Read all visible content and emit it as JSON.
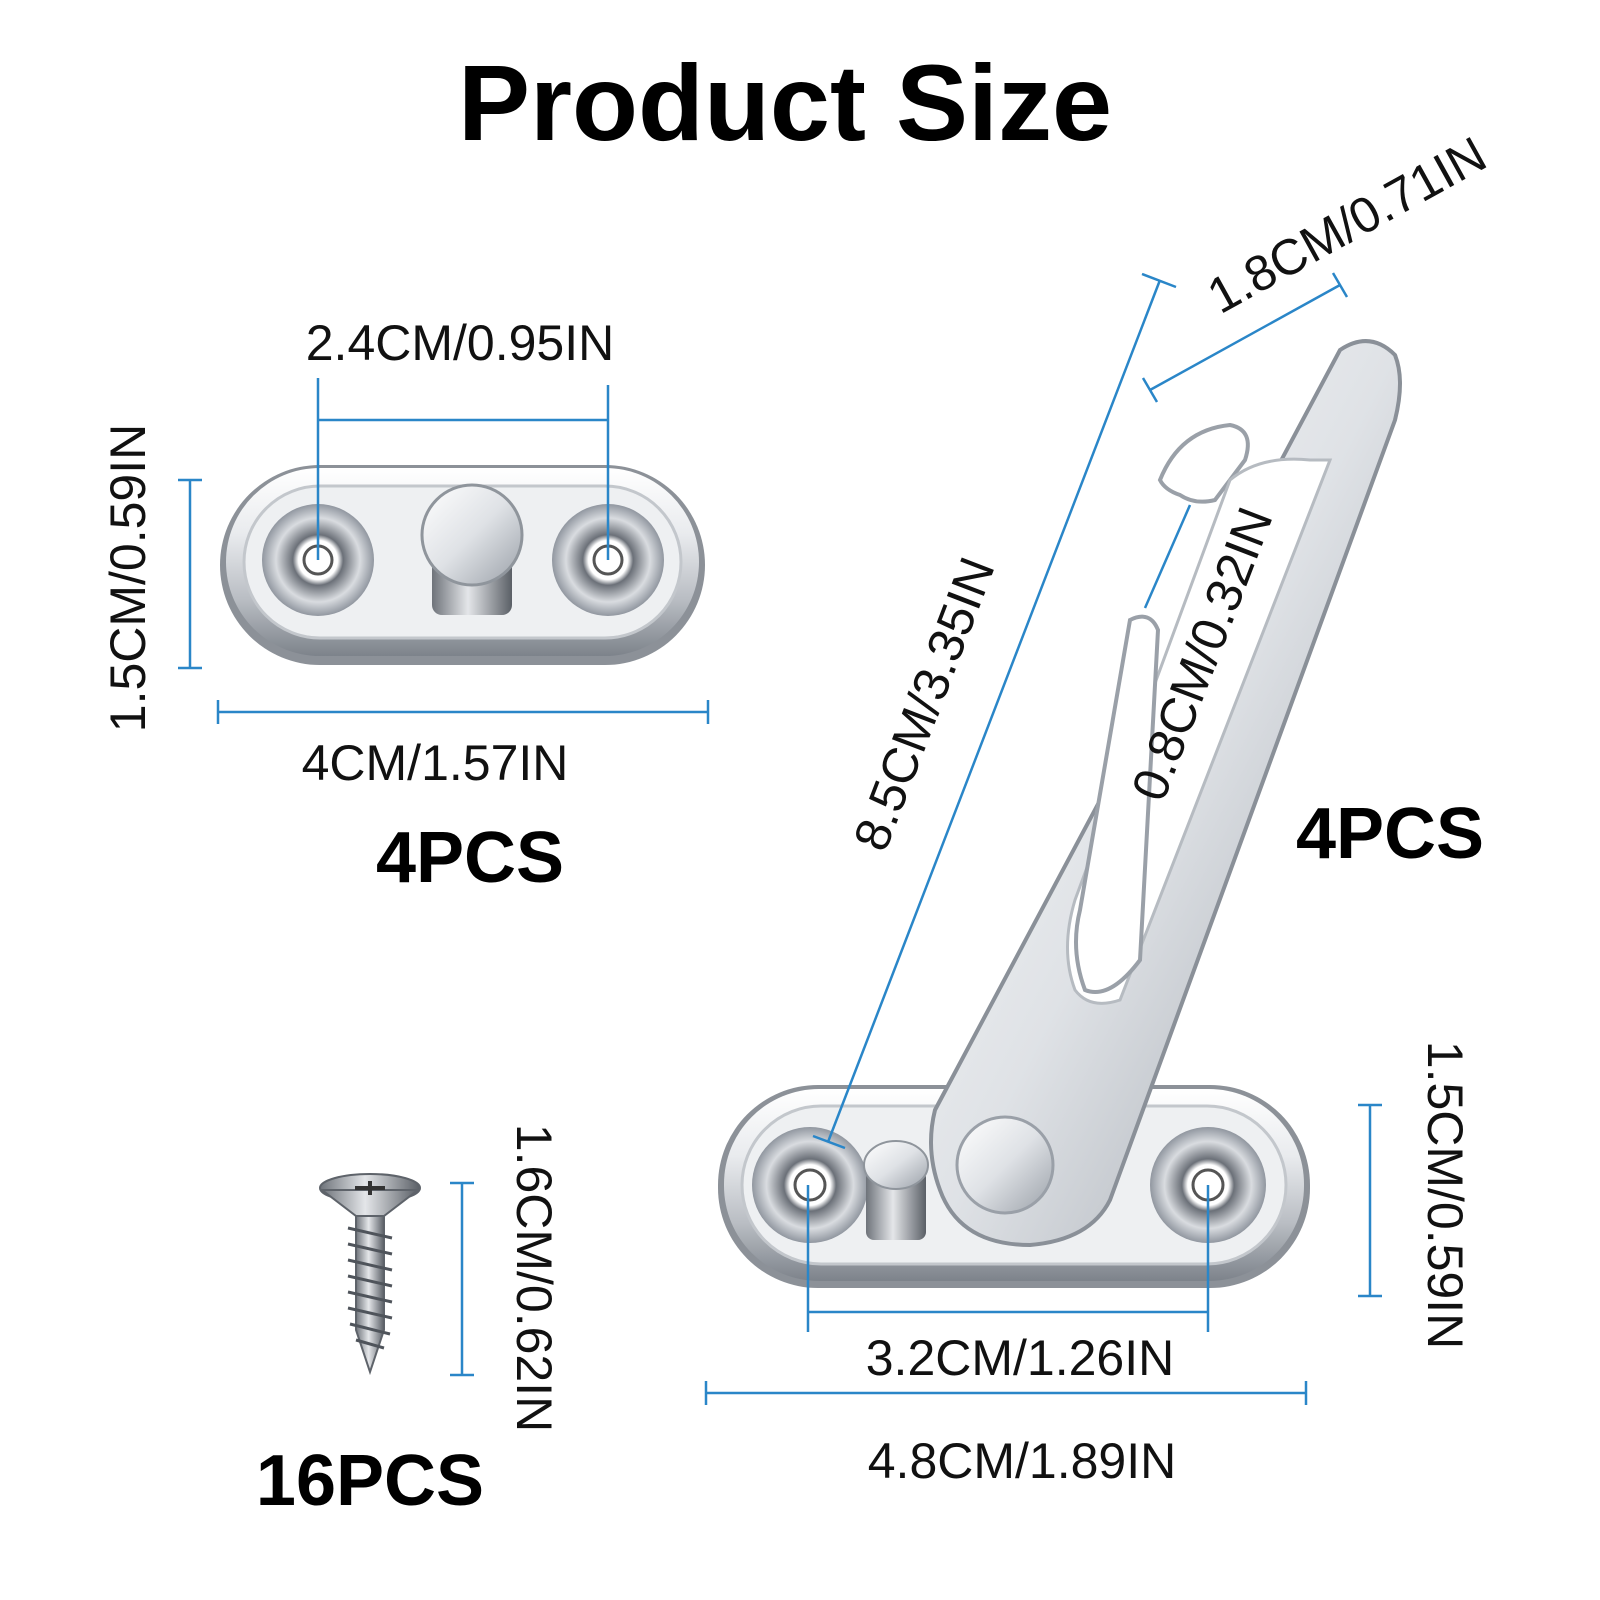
{
  "title": "Product Size",
  "colors": {
    "dimension_line": "#2a86c8",
    "text": "#111111",
    "metal_light": "#f4f5f7",
    "metal_dark": "#8a8f96"
  },
  "plate": {
    "hole_spacing": "2.4CM/0.95IN",
    "height": "1.5CM/0.59IN",
    "length": "4CM/1.57IN",
    "quantity": "4PCS"
  },
  "hook": {
    "top_width": "1.8CM/0.71IN",
    "length": "8.5CM/3.35IN",
    "slot_width": "0.8CM/0.32IN",
    "quantity": "4PCS",
    "base_height": "1.5CM/0.59IN",
    "hole_spacing": "3.2CM/1.26IN",
    "base_length": "4.8CM/1.89IN"
  },
  "screw": {
    "length": "1.6CM/0.62IN",
    "quantity": "16PCS"
  }
}
